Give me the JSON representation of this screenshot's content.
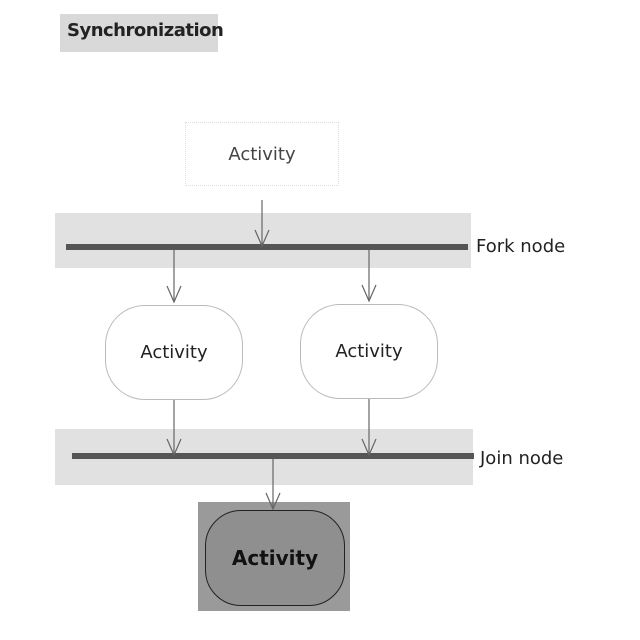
{
  "title": "Synchronization",
  "fork_node": {
    "label": "Fork node"
  },
  "join_node": {
    "label": "Join node"
  },
  "activities": {
    "initial": "Activity",
    "branch_left": "Activity",
    "branch_right": "Activity",
    "final": "Activity"
  },
  "colors": {
    "band": "#e1e1e1",
    "bar": "#555555",
    "final_fill": "#8f8f8f",
    "arrow": "#666666"
  }
}
